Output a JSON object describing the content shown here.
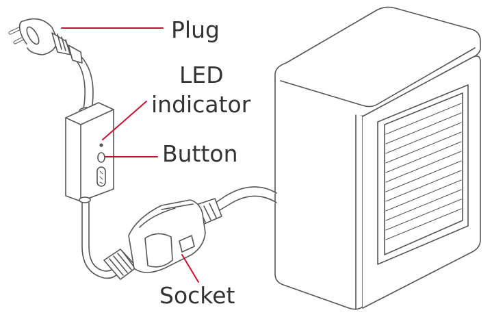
{
  "labels": {
    "plug": "Plug",
    "led_line1": "LED",
    "led_line2": "indicator",
    "button": "Button",
    "socket": "Socket"
  },
  "colors": {
    "leader": "#c8102e",
    "outline": "#555555",
    "text": "#333333"
  },
  "icons": {
    "plug": "plug-icon",
    "socket": "socket-icon",
    "device": "heater-box-icon"
  }
}
